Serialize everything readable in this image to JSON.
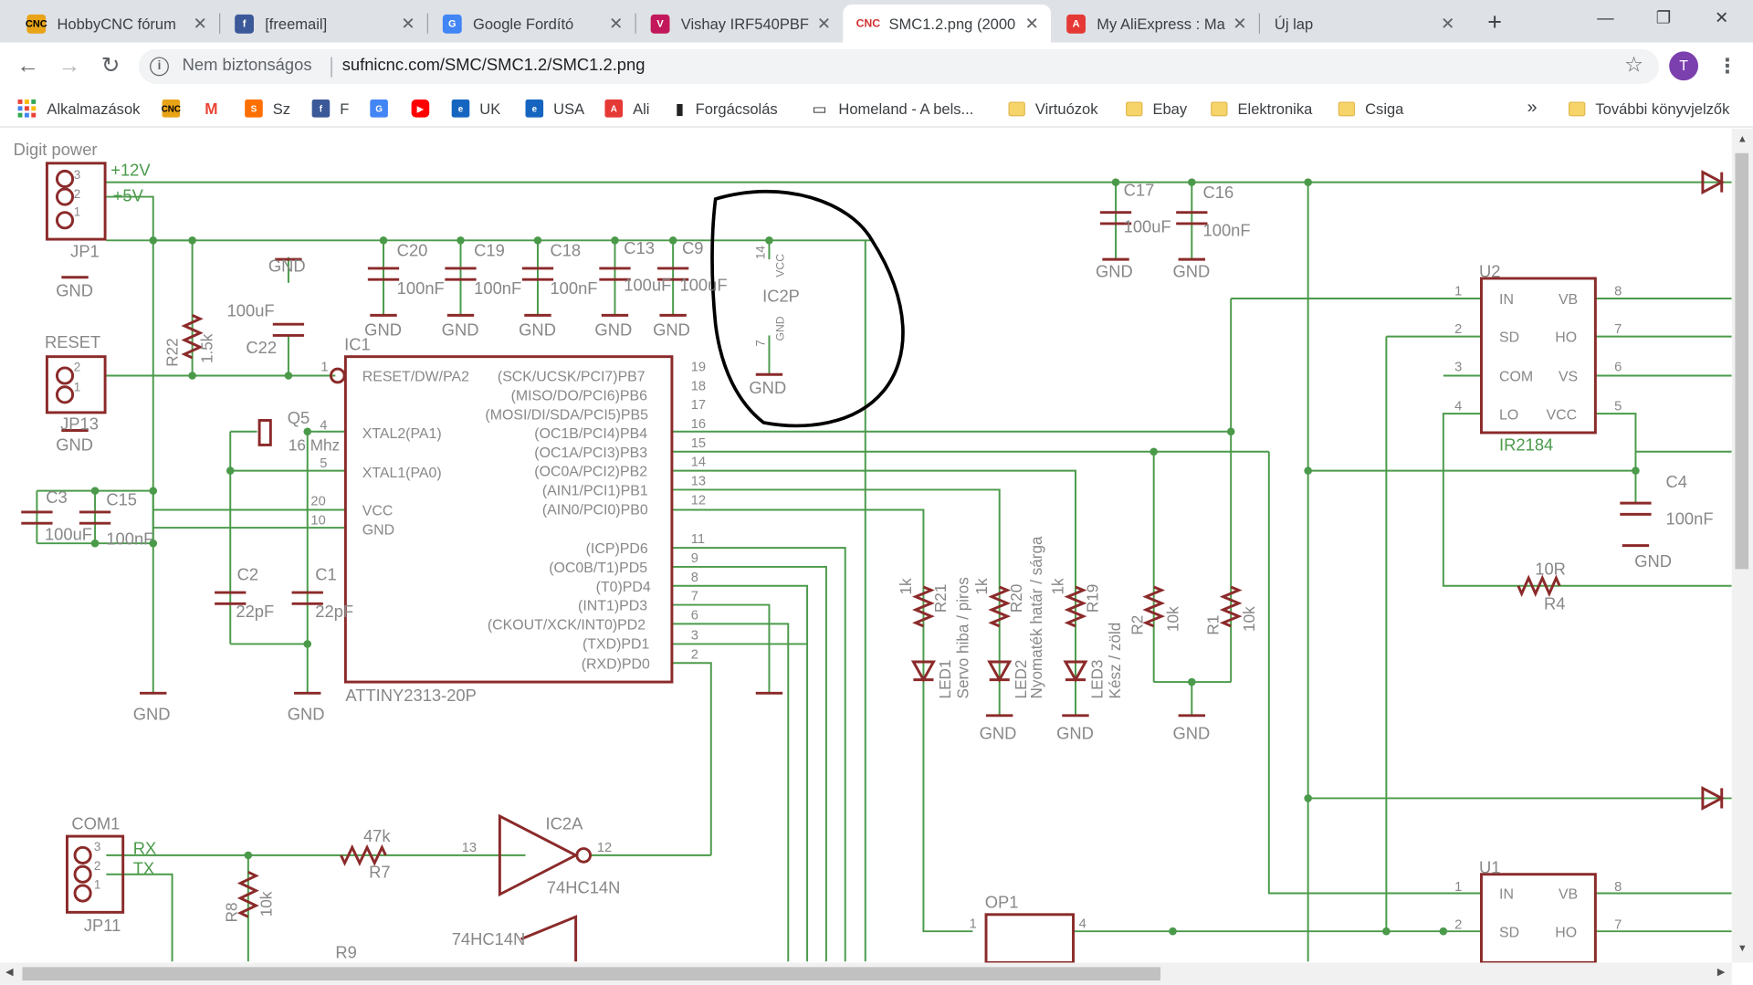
{
  "tabs": [
    {
      "title": "HobbyCNC fórum",
      "icon": "hobbycnc-icon",
      "badge": "CNC",
      "color": "#e8a317"
    },
    {
      "title": "[freemail]",
      "icon": "facebook-icon",
      "badge": "f",
      "color": "#3b5998"
    },
    {
      "title": "Google Fordító",
      "icon": "google-translate-icon",
      "badge": "G",
      "color": "#4285f4"
    },
    {
      "title": "Vishay IRF540PBF",
      "icon": "vishay-icon",
      "badge": "V",
      "color": "#c2185b"
    },
    {
      "title": "SMC1.2.png (2000",
      "icon": "cnc-icon",
      "badge": "CNC",
      "color": "#d32f2f",
      "active": true
    },
    {
      "title": "My AliExpress : Ma",
      "icon": "aliexpress-icon",
      "badge": "A",
      "color": "#e53935"
    },
    {
      "title": "Új lap",
      "icon": "",
      "badge": "",
      "color": ""
    }
  ],
  "tab_close": "✕",
  "window": {
    "minimize": "—",
    "restore": "❐",
    "close": "✕",
    "new_tab": "+"
  },
  "nav": {
    "back": "←",
    "forward": "→",
    "reload": "↻"
  },
  "omnibox": {
    "info": "i",
    "security": "Nem biztonságos",
    "url": "sufnicnc.com/SMC/SMC1.2/SMC1.2.png",
    "star": "☆"
  },
  "profile": {
    "initial": "T"
  },
  "menu": "⋮",
  "bookmarks": [
    {
      "label": "Alkalmazások",
      "type": "apps"
    },
    {
      "label": "",
      "type": "icon",
      "badge": "CNC",
      "color": "#e8a317"
    },
    {
      "label": "",
      "type": "icon",
      "badge": "M",
      "color": "#ea4335"
    },
    {
      "label": "Sz",
      "type": "icon",
      "badge": "S",
      "color": "#ff6f00"
    },
    {
      "label": "F",
      "type": "icon",
      "badge": "f",
      "color": "#3b5998"
    },
    {
      "label": "",
      "type": "icon",
      "badge": "G",
      "color": "#4285f4"
    },
    {
      "label": "",
      "type": "icon",
      "badge": "▶",
      "color": "#ff0000"
    },
    {
      "label": "UK",
      "type": "icon",
      "badge": "e",
      "color": "#1565c0"
    },
    {
      "label": "USA",
      "type": "icon",
      "badge": "e",
      "color": "#1565c0"
    },
    {
      "label": "Ali",
      "type": "icon",
      "badge": "A",
      "color": "#e53935"
    },
    {
      "label": "Forgácsolás",
      "type": "icon",
      "badge": "|",
      "color": "#222222"
    },
    {
      "label": "Homeland - A bels...",
      "type": "icon",
      "badge": "▭",
      "color": "#333333"
    },
    {
      "label": "Virtuózok",
      "type": "folder"
    },
    {
      "label": "Ebay",
      "type": "folder"
    },
    {
      "label": "Elektronika",
      "type": "folder"
    },
    {
      "label": "Csiga",
      "type": "folder"
    }
  ],
  "bookmarks_more": "»",
  "bookmarks_other": "További könyvjelzők",
  "schematic": {
    "colors": {
      "wire": "#4a9a4a",
      "part": "#8b2a2a",
      "label": "#888888",
      "ink": "#000000"
    },
    "texts": [
      {
        "t": "Digit power",
        "c": "label",
        "s": 15
      },
      {
        "t": "+12V",
        "c": "wire",
        "s": 15
      },
      {
        "t": "+5V",
        "c": "wire",
        "s": 15
      },
      {
        "t": "3",
        "c": "label",
        "s": 11
      },
      {
        "t": "2",
        "c": "label",
        "s": 11
      },
      {
        "t": "1",
        "c": "label",
        "s": 11
      },
      {
        "t": "JP1",
        "c": "label",
        "s": 15
      },
      {
        "t": "GND",
        "c": "label",
        "s": 15
      },
      {
        "t": "RESET",
        "c": "label",
        "s": 15
      },
      {
        "t": "2",
        "c": "label",
        "s": 11
      },
      {
        "t": "1",
        "c": "label",
        "s": 11
      },
      {
        "t": "JP13",
        "c": "label",
        "s": 15
      },
      {
        "t": "GND",
        "c": "label",
        "s": 15
      },
      {
        "t": "R22",
        "c": "label",
        "s": 14
      },
      {
        "t": "1.5k",
        "c": "label",
        "s": 14
      },
      {
        "t": "GND",
        "c": "label",
        "s": 15
      },
      {
        "t": "100uF",
        "c": "label",
        "s": 15
      },
      {
        "t": "C22",
        "c": "label",
        "s": 15
      },
      {
        "t": "C20",
        "c": "label",
        "s": 15
      },
      {
        "t": "100nF",
        "c": "label",
        "s": 15
      },
      {
        "t": "GND",
        "c": "label",
        "s": 15
      },
      {
        "t": "C19",
        "c": "label",
        "s": 15
      },
      {
        "t": "100nF",
        "c": "label",
        "s": 15
      },
      {
        "t": "GND",
        "c": "label",
        "s": 15
      },
      {
        "t": "C18",
        "c": "label",
        "s": 15
      },
      {
        "t": "100nF",
        "c": "label",
        "s": 15
      },
      {
        "t": "GND",
        "c": "label",
        "s": 15
      },
      {
        "t": "C13",
        "c": "label",
        "s": 15
      },
      {
        "t": "100uF",
        "c": "label",
        "s": 15
      },
      {
        "t": "GND",
        "c": "label",
        "s": 15
      },
      {
        "t": "C9",
        "c": "label",
        "s": 15
      },
      {
        "t": "100uF",
        "c": "label",
        "s": 15
      },
      {
        "t": "GND",
        "c": "label",
        "s": 15
      },
      {
        "t": "IC1",
        "c": "label",
        "s": 15
      },
      {
        "t": "1",
        "c": "label",
        "s": 12
      },
      {
        "t": "RESET/DW/PA2",
        "c": "label",
        "s": 13
      },
      {
        "t": "XTAL2(PA1)",
        "c": "label",
        "s": 13
      },
      {
        "t": "XTAL1(PA0)",
        "c": "label",
        "s": 13
      },
      {
        "t": "VCC",
        "c": "label",
        "s": 13
      },
      {
        "t": "GND",
        "c": "label",
        "s": 13
      },
      {
        "t": "4",
        "c": "label",
        "s": 12
      },
      {
        "t": "5",
        "c": "label",
        "s": 12
      },
      {
        "t": "20",
        "c": "label",
        "s": 12
      },
      {
        "t": "10",
        "c": "label",
        "s": 12
      },
      {
        "t": "(SCK/UCSK/PCI7)PB7",
        "c": "label",
        "s": 13
      },
      {
        "t": "(MISO/DO/PCI6)PB6",
        "c": "label",
        "s": 13
      },
      {
        "t": "(MOSI/DI/SDA/PCI5)PB5",
        "c": "label",
        "s": 13
      },
      {
        "t": "(OC1B/PCI4)PB4",
        "c": "label",
        "s": 13
      },
      {
        "t": "(OC1A/PCI3)PB3",
        "c": "label",
        "s": 13
      },
      {
        "t": "(OC0A/PCI2)PB2",
        "c": "label",
        "s": 13
      },
      {
        "t": "(AIN1/PCI1)PB1",
        "c": "label",
        "s": 13
      },
      {
        "t": "(AIN0/PCI0)PB0",
        "c": "label",
        "s": 13
      },
      {
        "t": "(ICP)PD6",
        "c": "label",
        "s": 13
      },
      {
        "t": "(OC0B/T1)PD5",
        "c": "label",
        "s": 13
      },
      {
        "t": "(T0)PD4",
        "c": "label",
        "s": 13
      },
      {
        "t": "(INT1)PD3",
        "c": "label",
        "s": 13
      },
      {
        "t": "(CKOUT/XCK/INT0)PD2",
        "c": "label",
        "s": 13
      },
      {
        "t": "(TXD)PD1",
        "c": "label",
        "s": 13
      },
      {
        "t": "(RXD)PD0",
        "c": "label",
        "s": 13
      },
      {
        "t": "19",
        "c": "label",
        "s": 12
      },
      {
        "t": "18",
        "c": "label",
        "s": 12
      },
      {
        "t": "17",
        "c": "label",
        "s": 12
      },
      {
        "t": "16",
        "c": "label",
        "s": 12
      },
      {
        "t": "15",
        "c": "label",
        "s": 12
      },
      {
        "t": "14",
        "c": "label",
        "s": 12
      },
      {
        "t": "13",
        "c": "label",
        "s": 12
      },
      {
        "t": "12",
        "c": "label",
        "s": 12
      },
      {
        "t": "11",
        "c": "label",
        "s": 12
      },
      {
        "t": "9",
        "c": "label",
        "s": 12
      },
      {
        "t": "8",
        "c": "label",
        "s": 12
      },
      {
        "t": "7",
        "c": "label",
        "s": 12
      },
      {
        "t": "6",
        "c": "label",
        "s": 12
      },
      {
        "t": "3",
        "c": "label",
        "s": 12
      },
      {
        "t": "2",
        "c": "label",
        "s": 12
      },
      {
        "t": "ATTINY2313-20P",
        "c": "label",
        "s": 15
      },
      {
        "t": "Q5",
        "c": "label",
        "s": 15
      },
      {
        "t": "16 Mhz",
        "c": "label",
        "s": 14
      },
      {
        "t": "C3",
        "c": "label",
        "s": 15
      },
      {
        "t": "100uF",
        "c": "label",
        "s": 15
      },
      {
        "t": "C15",
        "c": "label",
        "s": 15
      },
      {
        "t": "100nF",
        "c": "label",
        "s": 15
      },
      {
        "t": "GND",
        "c": "label",
        "s": 15
      },
      {
        "t": "C2",
        "c": "label",
        "s": 15
      },
      {
        "t": "22pF",
        "c": "label",
        "s": 15
      },
      {
        "t": "C1",
        "c": "label",
        "s": 15
      },
      {
        "t": "22pF",
        "c": "label",
        "s": 15
      },
      {
        "t": "GND",
        "c": "label",
        "s": 15
      },
      {
        "t": "14",
        "c": "label",
        "s": 11
      },
      {
        "t": "VCC",
        "c": "label",
        "s": 10
      },
      {
        "t": "IC2P",
        "c": "label",
        "s": 15
      },
      {
        "t": "7",
        "c": "label",
        "s": 11
      },
      {
        "t": "GND",
        "c": "label",
        "s": 10
      },
      {
        "t": "GND",
        "c": "label",
        "s": 15
      },
      {
        "t": "C17",
        "c": "label",
        "s": 15
      },
      {
        "t": "100uF",
        "c": "label",
        "s": 15
      },
      {
        "t": "GND",
        "c": "label",
        "s": 15
      },
      {
        "t": "C16",
        "c": "label",
        "s": 15
      },
      {
        "t": "100nF",
        "c": "label",
        "s": 15
      },
      {
        "t": "GND",
        "c": "label",
        "s": 15
      },
      {
        "t": "U2",
        "c": "label",
        "s": 15
      },
      {
        "t": "IN",
        "c": "label",
        "s": 13
      },
      {
        "t": "SD",
        "c": "label",
        "s": 13
      },
      {
        "t": "COM",
        "c": "label",
        "s": 13
      },
      {
        "t": "LO",
        "c": "label",
        "s": 13
      },
      {
        "t": "VB",
        "c": "label",
        "s": 13
      },
      {
        "t": "HO",
        "c": "label",
        "s": 13
      },
      {
        "t": "VS",
        "c": "label",
        "s": 13
      },
      {
        "t": "VCC",
        "c": "label",
        "s": 13
      },
      {
        "t": "1",
        "c": "label",
        "s": 12
      },
      {
        "t": "2",
        "c": "label",
        "s": 12
      },
      {
        "t": "3",
        "c": "label",
        "s": 12
      },
      {
        "t": "4",
        "c": "label",
        "s": 12
      },
      {
        "t": "8",
        "c": "label",
        "s": 12
      },
      {
        "t": "7",
        "c": "label",
        "s": 12
      },
      {
        "t": "6",
        "c": "label",
        "s": 12
      },
      {
        "t": "5",
        "c": "label",
        "s": 12
      },
      {
        "t": "IR2184",
        "c": "wire",
        "s": 15
      },
      {
        "t": "C4",
        "c": "label",
        "s": 15
      },
      {
        "t": "100nF",
        "c": "label",
        "s": 15
      },
      {
        "t": "GND",
        "c": "label",
        "s": 15
      },
      {
        "t": "10R",
        "c": "label",
        "s": 15
      },
      {
        "t": "R4",
        "c": "label",
        "s": 15
      },
      {
        "t": "1k",
        "c": "label",
        "s": 14
      },
      {
        "t": "R21",
        "c": "label",
        "s": 14
      },
      {
        "t": "1k",
        "c": "label",
        "s": 14
      },
      {
        "t": "R20",
        "c": "label",
        "s": 14
      },
      {
        "t": "1k",
        "c": "label",
        "s": 14
      },
      {
        "t": "R19",
        "c": "label",
        "s": 14
      },
      {
        "t": "LED1",
        "c": "label",
        "s": 14
      },
      {
        "t": "Servo hiba / piros",
        "c": "label",
        "s": 14
      },
      {
        "t": "LED2",
        "c": "label",
        "s": 14
      },
      {
        "t": "Nyomaték határ / sárga",
        "c": "label",
        "s": 14
      },
      {
        "t": "LED3",
        "c": "label",
        "s": 14
      },
      {
        "t": "Kész / zöld",
        "c": "label",
        "s": 14
      },
      {
        "t": "GND",
        "c": "label",
        "s": 15
      },
      {
        "t": "GND",
        "c": "label",
        "s": 15
      },
      {
        "t": "R2",
        "c": "label",
        "s": 14
      },
      {
        "t": "10k",
        "c": "label",
        "s": 14
      },
      {
        "t": "R1",
        "c": "label",
        "s": 14
      },
      {
        "t": "10k",
        "c": "label",
        "s": 14
      },
      {
        "t": "GND",
        "c": "label",
        "s": 15
      },
      {
        "t": "COM1",
        "c": "label",
        "s": 15
      },
      {
        "t": "3",
        "c": "label",
        "s": 11
      },
      {
        "t": "2",
        "c": "label",
        "s": 11
      },
      {
        "t": "1",
        "c": "label",
        "s": 11
      },
      {
        "t": "RX",
        "c": "wire",
        "s": 15
      },
      {
        "t": "TX",
        "c": "wire",
        "s": 15
      },
      {
        "t": "JP11",
        "c": "label",
        "s": 15
      },
      {
        "t": "47k",
        "c": "label",
        "s": 15
      },
      {
        "t": "R7",
        "c": "label",
        "s": 15
      },
      {
        "t": "R8",
        "c": "label",
        "s": 14
      },
      {
        "t": "10k",
        "c": "label",
        "s": 14
      },
      {
        "t": "13",
        "c": "label",
        "s": 12
      },
      {
        "t": "12",
        "c": "label",
        "s": 12
      },
      {
        "t": "IC2A",
        "c": "label",
        "s": 15
      },
      {
        "t": "74HC14N",
        "c": "label",
        "s": 15
      },
      {
        "t": "74HC14N",
        "c": "label",
        "s": 15
      },
      {
        "t": "R9",
        "c": "label",
        "s": 15
      },
      {
        "t": "OP1",
        "c": "label",
        "s": 15
      },
      {
        "t": "1",
        "c": "label",
        "s": 12
      },
      {
        "t": "4",
        "c": "label",
        "s": 12
      },
      {
        "t": "U1",
        "c": "label",
        "s": 15
      },
      {
        "t": "IN",
        "c": "label",
        "s": 13
      },
      {
        "t": "SD",
        "c": "label",
        "s": 13
      },
      {
        "t": "VB",
        "c": "label",
        "s": 13
      },
      {
        "t": "HO",
        "c": "label",
        "s": 13
      },
      {
        "t": "1",
        "c": "label",
        "s": 12
      },
      {
        "t": "2",
        "c": "label",
        "s": 12
      },
      {
        "t": "8",
        "c": "label",
        "s": 12
      },
      {
        "t": "7",
        "c": "label",
        "s": 12
      }
    ]
  },
  "scroll": {
    "up": "▲",
    "down": "▼",
    "left": "◀",
    "right": "▶"
  }
}
